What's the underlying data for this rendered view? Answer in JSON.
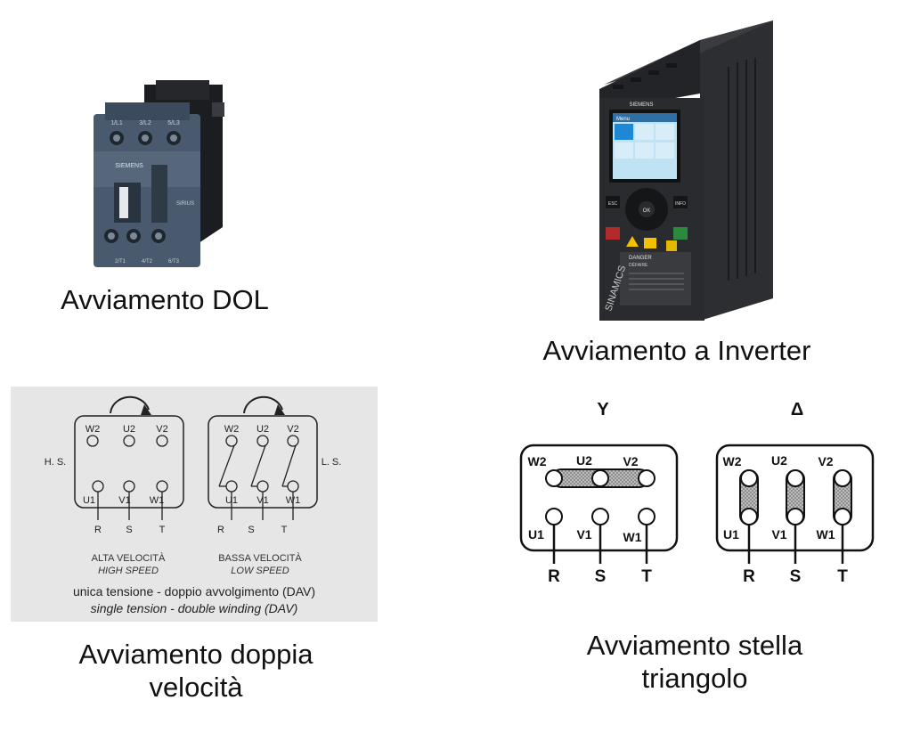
{
  "captions": {
    "dol": "Avviamento DOL",
    "inverter": "Avviamento a Inverter",
    "two_speed_line1": "Avviamento doppia",
    "two_speed_line2": "velocità",
    "star_delta_line1": "Avviamento stella",
    "star_delta_line2": "triangolo"
  },
  "contactor": {
    "brand": "SIEMENS",
    "side_text": "SIRIUS",
    "top_terminals": [
      "1/L1",
      "3/L2",
      "5/L3"
    ],
    "bottom_terminals": [
      "2/T1",
      "4/T2",
      "6/T3"
    ]
  },
  "inverter": {
    "brand": "SIEMENS",
    "model": "SINAMICS",
    "warning": "DANGER",
    "warning2": "DÉFAIRE",
    "ok_label": "OK",
    "esc_label": "ESC",
    "info_label": "INFO",
    "screen_menu": "Menu"
  },
  "two_speed": {
    "high_side_label": "H. S.",
    "low_side_label": "L. S.",
    "top_terminals": [
      "W2",
      "U2",
      "V2"
    ],
    "bottom_terminals": [
      "U1",
      "V1",
      "W1"
    ],
    "phases": [
      "R",
      "S",
      "T"
    ],
    "high_speed_it": "ALTA VELOCITÀ",
    "high_speed_en": "HIGH SPEED",
    "low_speed_it": "BASSA VELOCITÀ",
    "low_speed_en": "LOW SPEED",
    "footer_it": "unica tensione - doppio avvolgimento (DAV)",
    "footer_en": "single tension - double winding (DAV)"
  },
  "star_delta": {
    "star_symbol": "Y",
    "delta_symbol": "Δ",
    "top_terminals": [
      "W2",
      "U2",
      "V2"
    ],
    "bottom_terminals": [
      "U1",
      "V1",
      "W1"
    ],
    "phases": [
      "R",
      "S",
      "T"
    ]
  }
}
